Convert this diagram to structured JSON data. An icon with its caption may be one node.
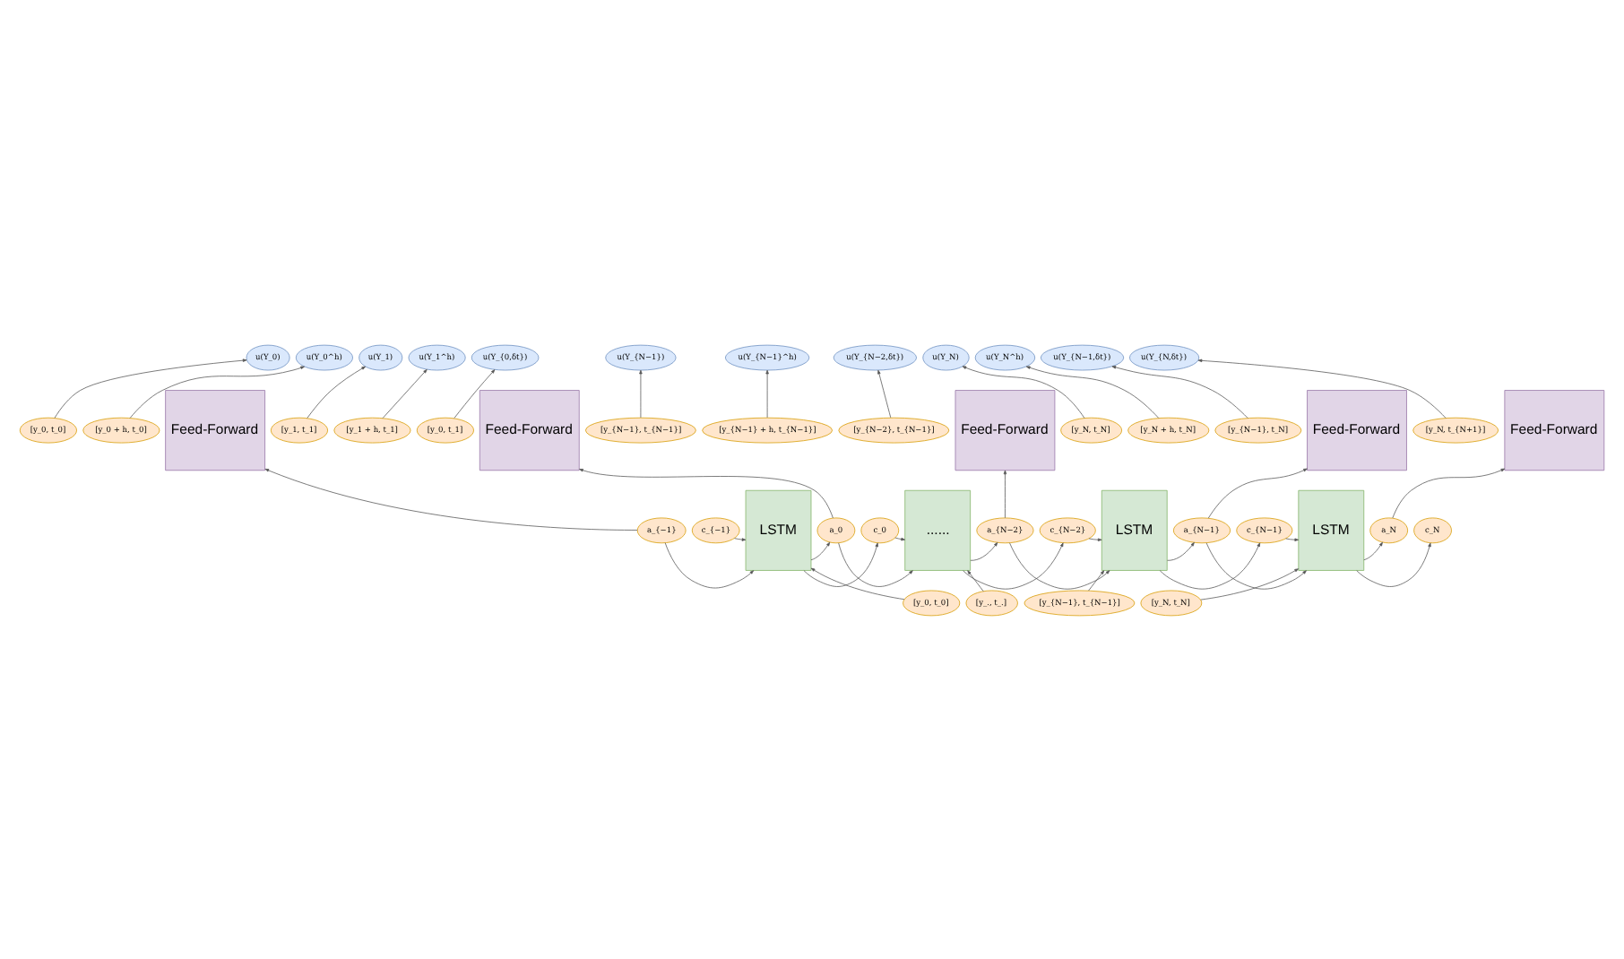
{
  "diagram": {
    "nodes": [
      {
        "text": [
          "u(Y_0)"
        ]
      },
      {
        "text": [
          "u(Y_0^h)"
        ]
      },
      {
        "text": [
          "u(Y_1)"
        ]
      },
      {
        "text": [
          "u(Y_1^h)"
        ]
      },
      {
        "text": [
          "u(Y_{0,δt})"
        ]
      },
      {
        "text": [
          "u(Y_{N−1})"
        ]
      },
      {
        "text": [
          "u(Y_{N−1}^h)"
        ]
      },
      {
        "text": [
          "u(Y_{N−2,δt})"
        ]
      },
      {
        "text": [
          "u(Y_N)"
        ]
      },
      {
        "text": [
          "u(Y_N^h)"
        ]
      },
      {
        "text": [
          "u(Y_{N−1,δt})"
        ]
      },
      {
        "text": [
          "u(Y_{N,δt})"
        ]
      },
      {
        "text": [
          "[y_0, t_0]"
        ]
      },
      {
        "text": [
          "[y_0 + h, t_0]"
        ]
      },
      {
        "text": [
          "[y_1, t_1]"
        ]
      },
      {
        "text": [
          "[y_1 + h, t_1]"
        ]
      },
      {
        "text": [
          "[y_0, t_1]"
        ]
      },
      {
        "text": [
          "[y_{N−1}, t_{N−1}]"
        ]
      },
      {
        "text": [
          "[y_{N−1} + h, t_{N−1}]"
        ]
      },
      {
        "text": [
          "[y_{N−2}, t_{N−1}]"
        ]
      },
      {
        "text": [
          "[y_N, t_N]"
        ]
      },
      {
        "text": [
          "[y_N + h, t_N]"
        ]
      },
      {
        "text": [
          "[y_{N−1}, t_N]"
        ]
      },
      {
        "text": [
          "[y_N, t_{N+1}]"
        ]
      },
      {
        "text": [
          "Feed-Forward"
        ]
      },
      {
        "text": [
          "Feed-Forward"
        ]
      },
      {
        "text": [
          "Feed-Forward"
        ]
      },
      {
        "text": [
          "Feed-Forward"
        ]
      },
      {
        "text": [
          "Feed-Forward"
        ]
      },
      {
        "text": [
          "a_{−1}"
        ]
      },
      {
        "text": [
          "c_{−1}"
        ]
      },
      {
        "text": [
          "LSTM"
        ]
      },
      {
        "text": [
          "a_0"
        ]
      },
      {
        "text": [
          "c_0"
        ]
      },
      {
        "text": [
          "......"
        ]
      },
      {
        "text": [
          "a_{N−2}"
        ]
      },
      {
        "text": [
          "c_{N−2}"
        ]
      },
      {
        "text": [
          "LSTM"
        ]
      },
      {
        "text": [
          "a_{N−1}"
        ]
      },
      {
        "text": [
          "c_{N−1}"
        ]
      },
      {
        "text": [
          "LSTM"
        ]
      },
      {
        "text": [
          "a_N"
        ]
      },
      {
        "text": [
          "c_N"
        ]
      },
      {
        "text": [
          "[y_0, t_0]"
        ]
      },
      {
        "text": [
          "[y_., t_.]"
        ]
      },
      {
        "text": [
          "[y_{N−1}, t_{N−1}]"
        ]
      },
      {
        "text": [
          "[y_N, t_N]"
        ]
      }
    ],
    "edges": [
      {
        "from": 12,
        "to": 0,
        "arrow": "to"
      },
      {
        "from": 13,
        "to": 1,
        "arrow": "to"
      },
      {
        "from": 14,
        "to": 2,
        "arrow": "to"
      },
      {
        "from": 15,
        "to": 3,
        "arrow": "to"
      },
      {
        "from": 16,
        "to": 4,
        "arrow": "to"
      },
      {
        "from": 17,
        "to": 5,
        "arrow": "to"
      },
      {
        "from": 18,
        "to": 6,
        "arrow": "to"
      },
      {
        "from": 19,
        "to": 7,
        "arrow": "to"
      },
      {
        "from": 20,
        "to": 8,
        "arrow": "to"
      },
      {
        "from": 21,
        "to": 9,
        "arrow": "to"
      },
      {
        "from": 22,
        "to": 10,
        "arrow": "to"
      },
      {
        "from": 23,
        "to": 11,
        "arrow": "to"
      },
      {
        "from": 29,
        "to": 24,
        "arrow": "to"
      },
      {
        "from": 32,
        "to": 25,
        "arrow": "to"
      },
      {
        "from": 35,
        "to": 26,
        "arrow": "to"
      },
      {
        "from": 38,
        "to": 27,
        "arrow": "to"
      },
      {
        "from": 41,
        "to": 28,
        "arrow": "to"
      },
      {
        "from": 29,
        "to": 31,
        "arrow": "to"
      },
      {
        "from": 30,
        "to": 31,
        "arrow": "to"
      },
      {
        "from": 31,
        "to": 32,
        "arrow": "to"
      },
      {
        "from": 31,
        "to": 33,
        "arrow": "to"
      },
      {
        "from": 32,
        "to": 34,
        "arrow": "to"
      },
      {
        "from": 33,
        "to": 34,
        "arrow": "to"
      },
      {
        "from": 34,
        "to": 35,
        "arrow": "to"
      },
      {
        "from": 34,
        "to": 36,
        "arrow": "to"
      },
      {
        "from": 35,
        "to": 37,
        "arrow": "to"
      },
      {
        "from": 36,
        "to": 37,
        "arrow": "to"
      },
      {
        "from": 37,
        "to": 38,
        "arrow": "to"
      },
      {
        "from": 37,
        "to": 39,
        "arrow": "to"
      },
      {
        "from": 38,
        "to": 40,
        "arrow": "to"
      },
      {
        "from": 39,
        "to": 40,
        "arrow": "to"
      },
      {
        "from": 40,
        "to": 41,
        "arrow": "to"
      },
      {
        "from": 40,
        "to": 42,
        "arrow": "to"
      },
      {
        "from": 43,
        "to": 31,
        "arrow": "to"
      },
      {
        "from": 44,
        "to": 34,
        "arrow": "to"
      },
      {
        "from": 45,
        "to": 37,
        "arrow": "to"
      },
      {
        "from": 46,
        "to": 40,
        "arrow": "to"
      }
    ]
  }
}
